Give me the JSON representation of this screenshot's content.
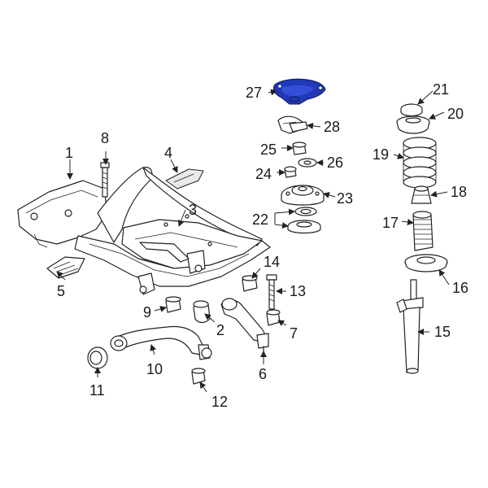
{
  "callouts": {
    "c1": "1",
    "c2": "2",
    "c3": "3",
    "c4": "4",
    "c5": "5",
    "c6": "6",
    "c7": "7",
    "c8": "8",
    "c9": "9",
    "c10": "10",
    "c11": "11",
    "c12": "12",
    "c13": "13",
    "c14": "14",
    "c15": "15",
    "c16": "16",
    "c17": "17",
    "c18": "18",
    "c19": "19",
    "c20": "20",
    "c21": "21",
    "c22": "22",
    "c23": "23",
    "c24": "24",
    "c25": "25",
    "c26": "26",
    "c27": "27",
    "c28": "28"
  },
  "colors": {
    "highlight": "#2139b8",
    "line": "#222222",
    "background": "#ffffff"
  }
}
